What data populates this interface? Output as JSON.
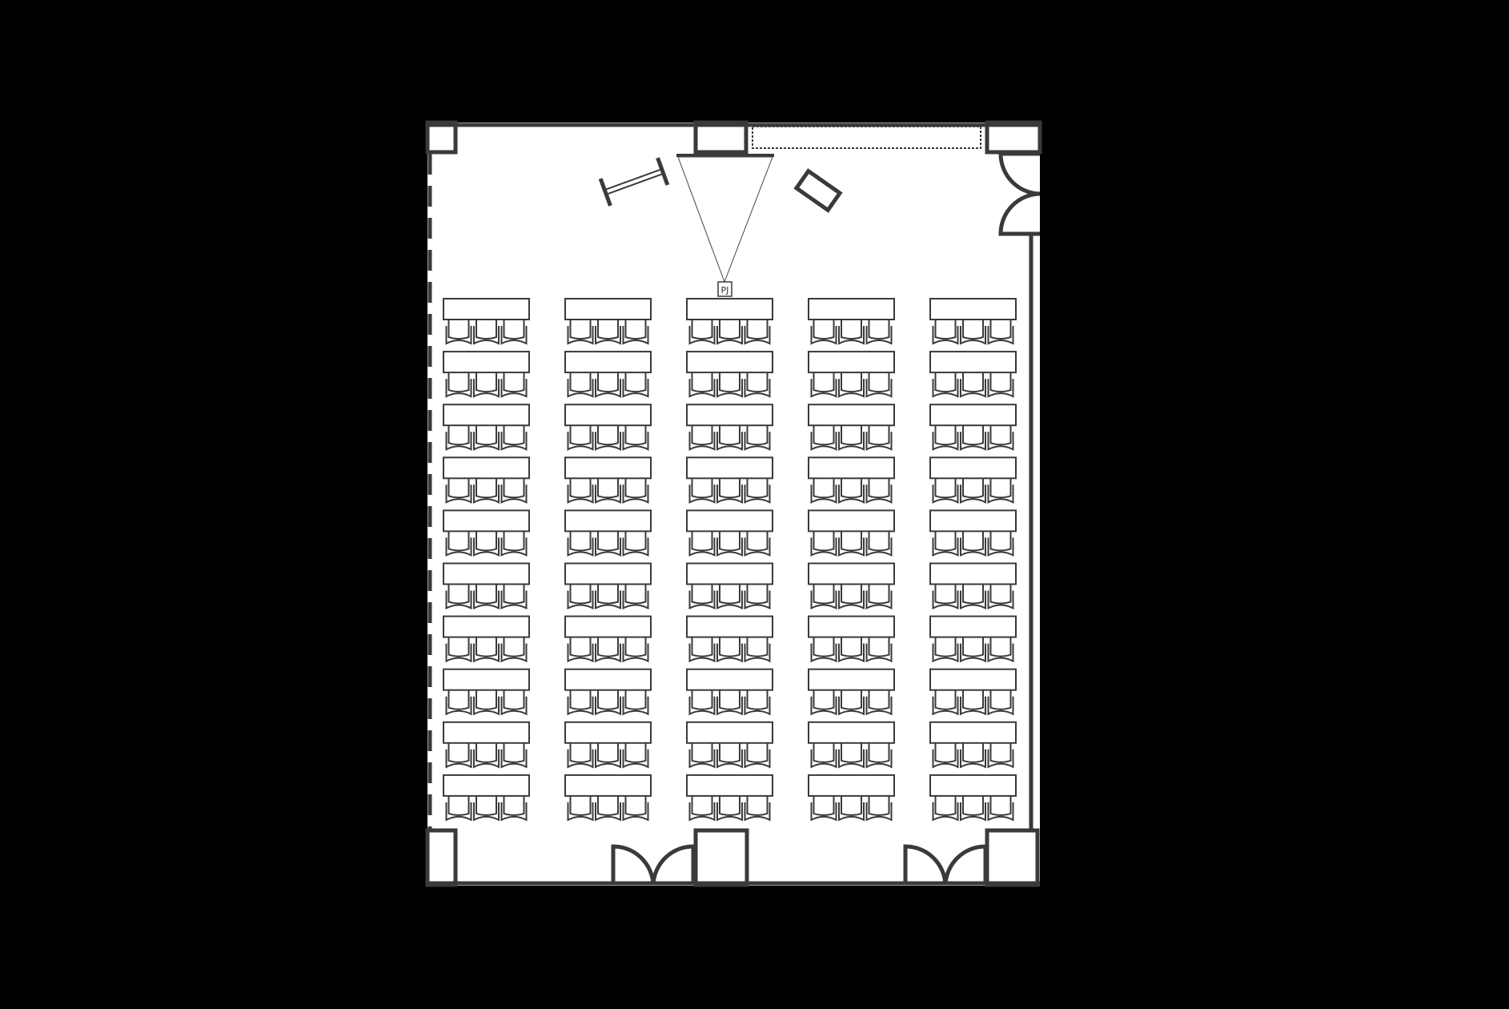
{
  "projector": {
    "label": "PJ"
  },
  "seating": {
    "columns": 5,
    "rows": 10,
    "chairs_per_table": 3
  },
  "colors": {
    "background": "#000000",
    "floor": "#ffffff",
    "line": "#3a3a3a"
  }
}
